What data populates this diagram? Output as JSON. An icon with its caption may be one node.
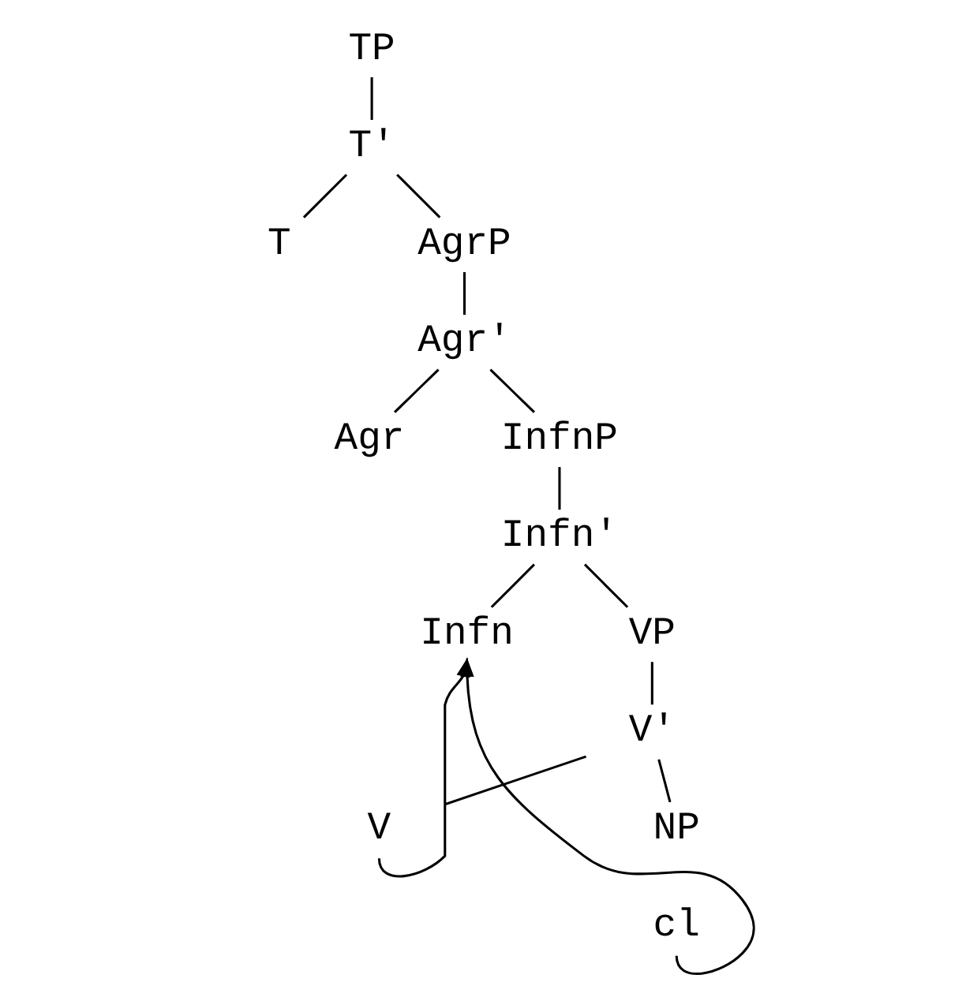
{
  "diagram": {
    "nodes": [
      {
        "text": [
          "TP"
        ]
      },
      {
        "text": [
          "T'"
        ]
      },
      {
        "text": [
          "T"
        ]
      },
      {
        "text": [
          "AgrP"
        ]
      },
      {
        "text": [
          "Agr'"
        ]
      },
      {
        "text": [
          "Agr"
        ]
      },
      {
        "text": [
          "InfnP"
        ]
      },
      {
        "text": [
          "Infn'"
        ]
      },
      {
        "text": [
          "Infn"
        ]
      },
      {
        "text": [
          "VP"
        ]
      },
      {
        "text": [
          "V'"
        ]
      },
      {
        "text": [
          "V"
        ]
      },
      {
        "text": [
          "NP"
        ]
      },
      {
        "text": [
          "cl"
        ]
      }
    ],
    "edges": [
      {
        "from": 0,
        "to": 1,
        "arrow": "none"
      },
      {
        "from": 1,
        "to": 2,
        "arrow": "none"
      },
      {
        "from": 1,
        "to": 3,
        "arrow": "none"
      },
      {
        "from": 3,
        "to": 4,
        "arrow": "none"
      },
      {
        "from": 4,
        "to": 5,
        "arrow": "none"
      },
      {
        "from": 4,
        "to": 6,
        "arrow": "none"
      },
      {
        "from": 6,
        "to": 7,
        "arrow": "none"
      },
      {
        "from": 7,
        "to": 8,
        "arrow": "none"
      },
      {
        "from": 7,
        "to": 9,
        "arrow": "none"
      },
      {
        "from": 9,
        "to": 10,
        "arrow": "none"
      },
      {
        "from": 10,
        "to": 11,
        "arrow": "none"
      },
      {
        "from": 10,
        "to": 12,
        "arrow": "none"
      },
      {
        "from": 11,
        "to": 8,
        "arrow": "to"
      },
      {
        "from": 13,
        "to": 8,
        "arrow": "to"
      }
    ]
  }
}
